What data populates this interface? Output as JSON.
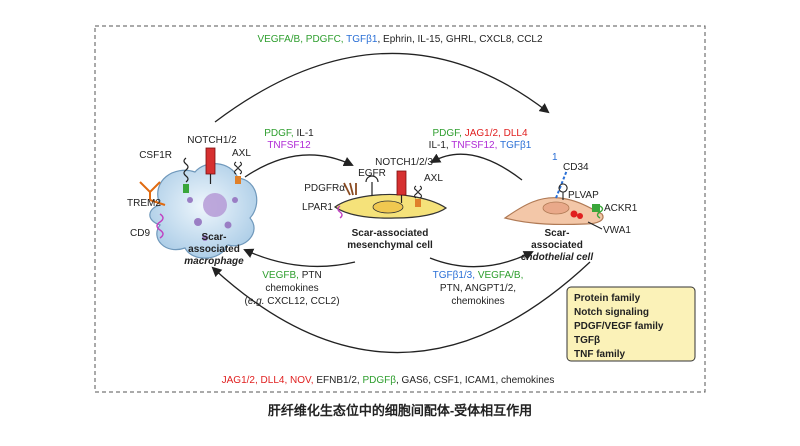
{
  "colors": {
    "green": "#2e9e2e",
    "blue": "#2a6fd6",
    "red": "#e02020",
    "purple": "#b02ad6",
    "black": "#222222",
    "legend_bg": "#fbf2b8",
    "macrophage": "#cfe3f2",
    "mesenchymal": "#f5e27a",
    "endothelial": "#f3c7a8"
  },
  "top_ligands": [
    {
      "text": "VEGFA/B, PDGFC, ",
      "color": "green"
    },
    {
      "text": "TGFβ1",
      "color": "blue"
    },
    {
      "text": ", Ephrin, IL-15, GHRL, CXCL8, CCL2",
      "color": "black"
    }
  ],
  "bottom_ligands": [
    {
      "text": "JAG1/2, DLL4, NOV, ",
      "color": "red"
    },
    {
      "text": "EFNB1/2, ",
      "color": "black"
    },
    {
      "text": "PDGFβ",
      "color": "green"
    },
    {
      "text": ", GAS6, CSF1, ICAM1, chemokines",
      "color": "black"
    }
  ],
  "mac_to_mes": {
    "line1": [
      {
        "text": "PDGF, ",
        "color": "green"
      },
      {
        "text": "IL-1",
        "color": "black"
      }
    ],
    "line2": [
      {
        "text": "TNFSF12",
        "color": "purple"
      }
    ]
  },
  "endo_to_mes": {
    "line1": [
      {
        "text": "PDGF, ",
        "color": "green"
      },
      {
        "text": "JAG1/2, DLL4",
        "color": "red"
      }
    ],
    "line2": [
      {
        "text": "IL-1, ",
        "color": "black"
      },
      {
        "text": "TNFSF12, ",
        "color": "purple"
      },
      {
        "text": "TGFβ1",
        "color": "blue"
      }
    ]
  },
  "mes_to_mac": {
    "line1": [
      {
        "text": "VEGFB, ",
        "color": "green"
      },
      {
        "text": "PTN",
        "color": "black"
      }
    ],
    "line2": "chemokines",
    "line3_prefix": "(",
    "line3_eg": "e.g.",
    "line3_rest": " CXCL12, CCL2)"
  },
  "mes_to_endo": {
    "line1": [
      {
        "text": "TGFβ1/3, ",
        "color": "blue"
      },
      {
        "text": "VEGFA/B,",
        "color": "green"
      }
    ],
    "line2": "PTN, ANGPT1/2,",
    "line3": "chemokines"
  },
  "macrophage": {
    "receptors": {
      "notch": "NOTCH1/2",
      "csf1r": "CSF1R",
      "axl": "AXL",
      "trem2": "TREM2",
      "cd9": "CD9"
    },
    "label1": "Scar-",
    "label2": "associated",
    "label3": "macrophage"
  },
  "mesenchymal": {
    "receptors": {
      "notch": "NOTCH1/2/3",
      "egfr": "EGFR",
      "axl": "AXL",
      "pdgfra": "PDGFRα",
      "lpar1": "LPAR1"
    },
    "label1": "Scar-associated",
    "label2": "mesenchymal cell"
  },
  "endothelial": {
    "receptors": {
      "marker1": "1",
      "cd34": "CD34",
      "plvap": "PLVAP",
      "ackr1": "ACKR1",
      "vwa1": "VWA1"
    },
    "label1": "Scar-",
    "label2": "associated",
    "label3": "endothelial cell"
  },
  "legend": {
    "items": [
      {
        "text": "Protein family",
        "color": "black"
      },
      {
        "text": "Notch signaling",
        "color": "red"
      },
      {
        "text": "PDGF/VEGF family",
        "color": "green"
      },
      {
        "text": "TGFβ",
        "color": "blue"
      },
      {
        "text": "TNF family",
        "color": "purple"
      }
    ]
  },
  "caption": "肝纤维化生态位中的细胞间配体-受体相互作用"
}
